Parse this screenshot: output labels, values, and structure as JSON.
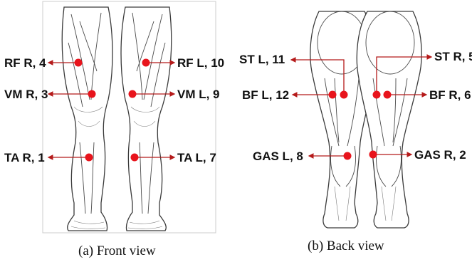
{
  "colors": {
    "marker": "#e8141c",
    "ink": "#111111",
    "panel_border": "#cccccc"
  },
  "front": {
    "caption": "(a) Front view",
    "labels": [
      {
        "id": "rf-r",
        "text": "RF R, 4"
      },
      {
        "id": "rf-l",
        "text": "RF L, 10"
      },
      {
        "id": "vm-r",
        "text": "VM R, 3"
      },
      {
        "id": "vm-l",
        "text": "VM L, 9"
      },
      {
        "id": "ta-r",
        "text": "TA R, 1"
      },
      {
        "id": "ta-l",
        "text": "TA L, 7"
      }
    ]
  },
  "back": {
    "caption": "(b) Back view",
    "labels": [
      {
        "id": "st-l",
        "text": "ST L, 11"
      },
      {
        "id": "st-r",
        "text": "ST R, 5"
      },
      {
        "id": "bf-l",
        "text": "BF L, 12"
      },
      {
        "id": "bf-r",
        "text": "BF R, 6"
      },
      {
        "id": "gas-l",
        "text": "GAS L, 8"
      },
      {
        "id": "gas-r",
        "text": "GAS R, 2"
      }
    ]
  }
}
